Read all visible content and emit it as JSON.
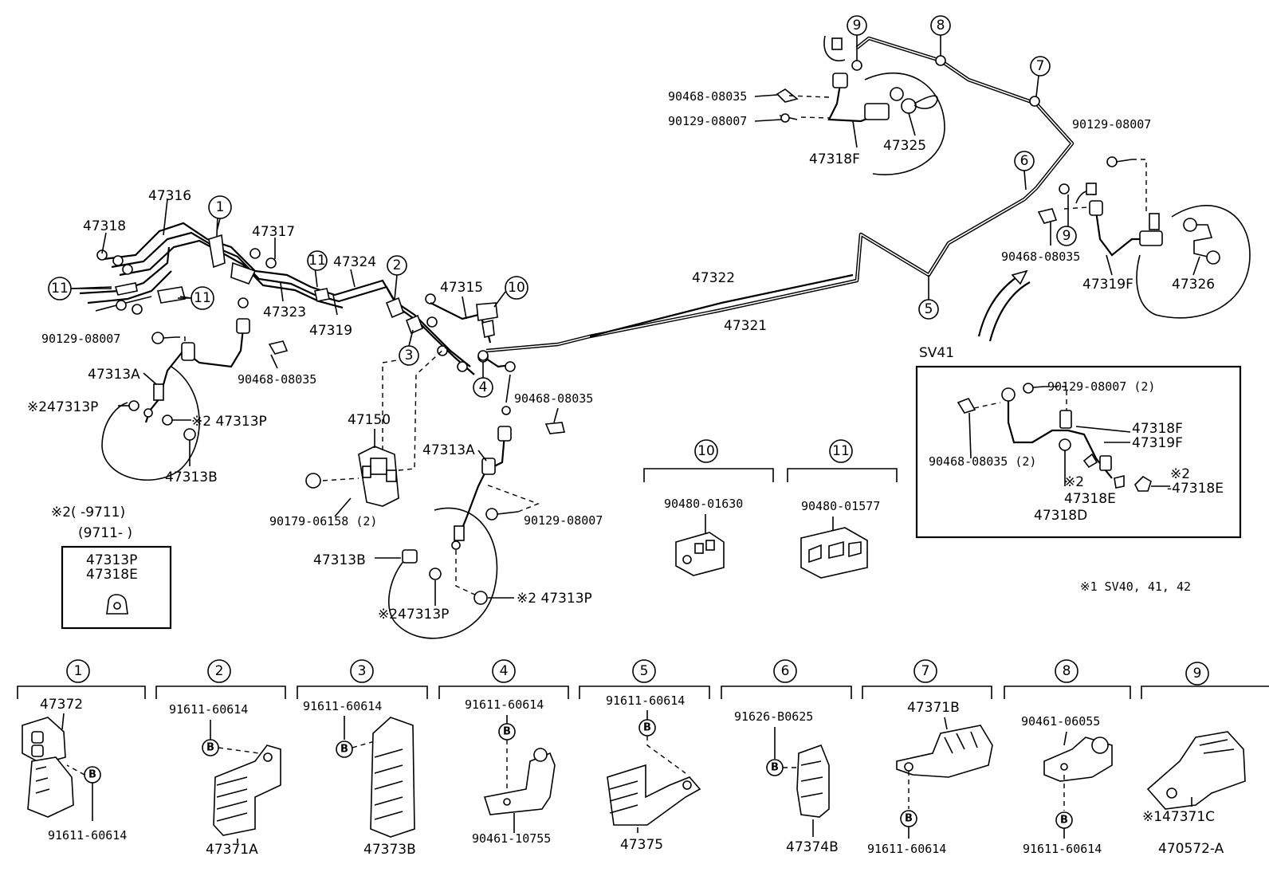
{
  "labels": {
    "p90468_08035_top": "90468-08035",
    "p90129_08007_top": "90129-08007",
    "p47318F_top": "47318F",
    "p47325": "47325",
    "p90129_08007_right": "90129-08007",
    "p90468_08035_right": "90468-08035",
    "p47319F": "47319F",
    "p47326": "47326",
    "p47322": "47322",
    "p47321": "47321",
    "p47316": "47316",
    "p47318": "47318",
    "p47317": "47317",
    "p47324": "47324",
    "p47323": "47323",
    "p47319": "47319",
    "p47315": "47315",
    "p90129_08007_left": "90129-08007",
    "p47313A_left": "47313A",
    "p90468_08035_left": "90468-08035",
    "p47313P_left1": "※247313P",
    "p47313P_left2": "※2 47313P",
    "p47313B_left": "47313B",
    "p47150": "47150",
    "p90179_06158": "90179-06158 (2)",
    "p90468_08035_mid": "90468-08035",
    "p47313A_mid": "47313A",
    "p90129_08007_mid": "90129-08007",
    "p47313B_mid": "47313B",
    "p47313P_mid1": "※247313P",
    "p47313P_mid2": "※2 47313P",
    "note2_line1": "※2(      -9711)",
    "note2_line2": "(9711-      )",
    "note2_box1": "47313P",
    "note2_box2": "47318E",
    "c10_part": "90480-01630",
    "c11_part": "90480-01577",
    "sv41_title": "SV41",
    "sv41_90129": "90129-08007 (2)",
    "sv41_47318F": "47318F",
    "sv41_47319F": "47319F",
    "sv41_90468": "90468-08035 (2)",
    "sv41_mark2a": "※2",
    "sv41_47318E_a": "47318E",
    "sv41_47318D": "47318D",
    "sv41_mark2b": "※2",
    "sv41_47318E_b": "-47318E",
    "note1": "※1 SV40, 41, 42",
    "d1_top": "47372",
    "d1_bottom": "91611-60614",
    "d2_top": "91611-60614",
    "d2_bottom": "47371A",
    "d3_top": "91611-60614",
    "d3_bottom": "47373B",
    "d4_top": "91611-60614",
    "d4_bottom": "90461-10755",
    "d5_top": "91611-60614",
    "d5_bottom": "47375",
    "d6_top": "91626-B0625",
    "d6_bottom": "47374B",
    "d7_top": "47371B",
    "d7_bottom": "91611-60614",
    "d8_top": "90461-06055",
    "d8_bottom": "91611-60614",
    "d9_bottom": "※147371C",
    "drawing_code": "470572-A"
  },
  "callouts": {
    "c1": "1",
    "c2": "2",
    "c3": "3",
    "c4": "4",
    "c5": "5",
    "c6": "6",
    "c7": "7",
    "c8": "8",
    "c9": "9",
    "c10": "10",
    "c11": "11",
    "b": "B"
  }
}
